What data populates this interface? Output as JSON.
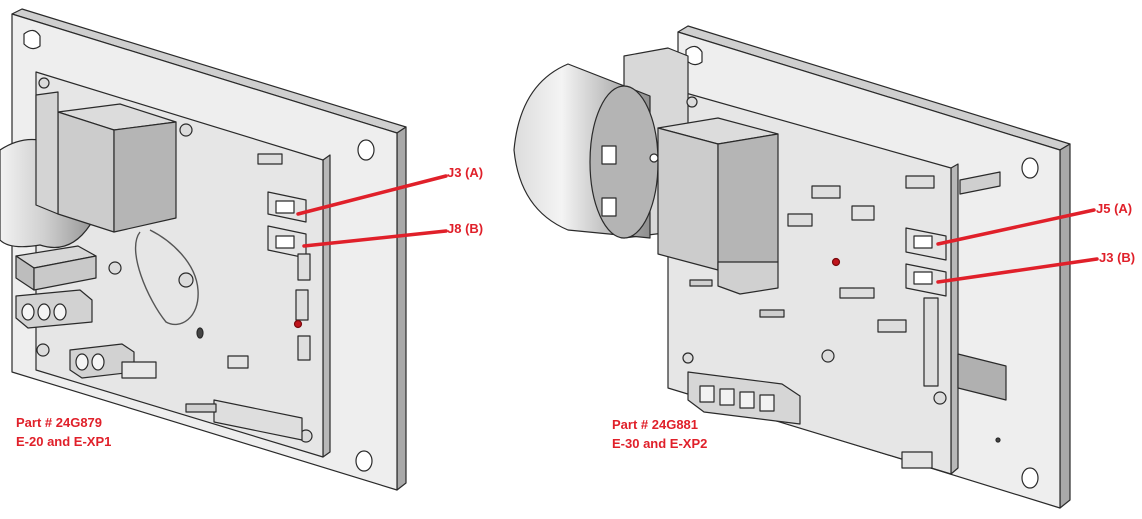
{
  "colors": {
    "leader_line": "#e0202a",
    "label_text": "#e0202a",
    "board_face": "#e6e6e6",
    "outline": "#2a2a2a",
    "component": "#cfcfcf"
  },
  "left_board": {
    "callouts": [
      {
        "label": "J3 (A)"
      },
      {
        "label": "J8 (B)"
      }
    ],
    "part_number": "Part # 24G879",
    "models": "E-20 and E-XP1"
  },
  "right_board": {
    "callouts": [
      {
        "label": "J5 (A)"
      },
      {
        "label": "J3 (B)"
      }
    ],
    "part_number": "Part # 24G881",
    "models": "E-30 and E-XP2"
  }
}
